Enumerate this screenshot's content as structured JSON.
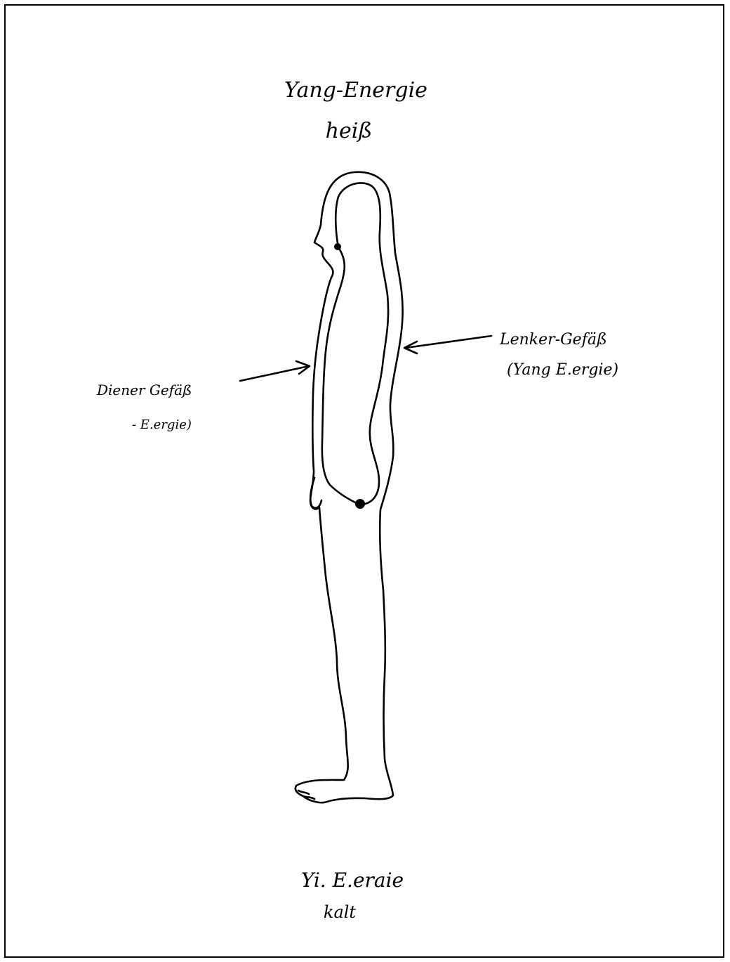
{
  "top_label": {
    "line1": "Yang-Energie",
    "line2": "heiß"
  },
  "bottom_label": {
    "line1": "Yi. E.eraie",
    "line2": "kalt"
  },
  "right_label": {
    "line1": "Lenker-Gefäß",
    "line2": "(Yang E.ergie)"
  },
  "left_label": {
    "line1": "Diener Gefäß",
    "line2": "- E.ergie)"
  },
  "colors": {
    "ink": "#000000",
    "paper": "#ffffff"
  }
}
